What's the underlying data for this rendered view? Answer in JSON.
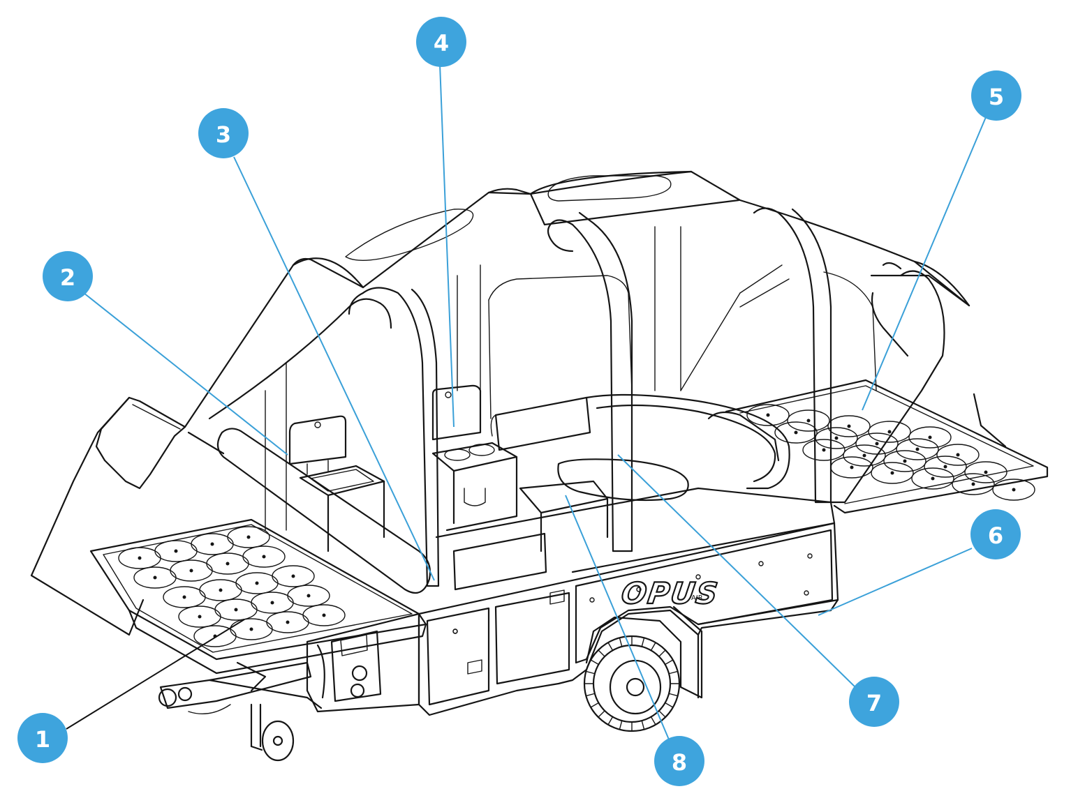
{
  "image": {
    "brand_logo": "OPUS",
    "brand_prefix": "AIR"
  },
  "callouts": [
    {
      "number": "1"
    },
    {
      "number": "2"
    },
    {
      "number": "3"
    },
    {
      "number": "4"
    },
    {
      "number": "5"
    },
    {
      "number": "6"
    },
    {
      "number": "7"
    },
    {
      "number": "8"
    }
  ],
  "colors": {
    "callout_fill": "#3ea4dd",
    "callout_text": "#ffffff",
    "leader_line": "#3aa0d8",
    "line_art": "#151515"
  }
}
